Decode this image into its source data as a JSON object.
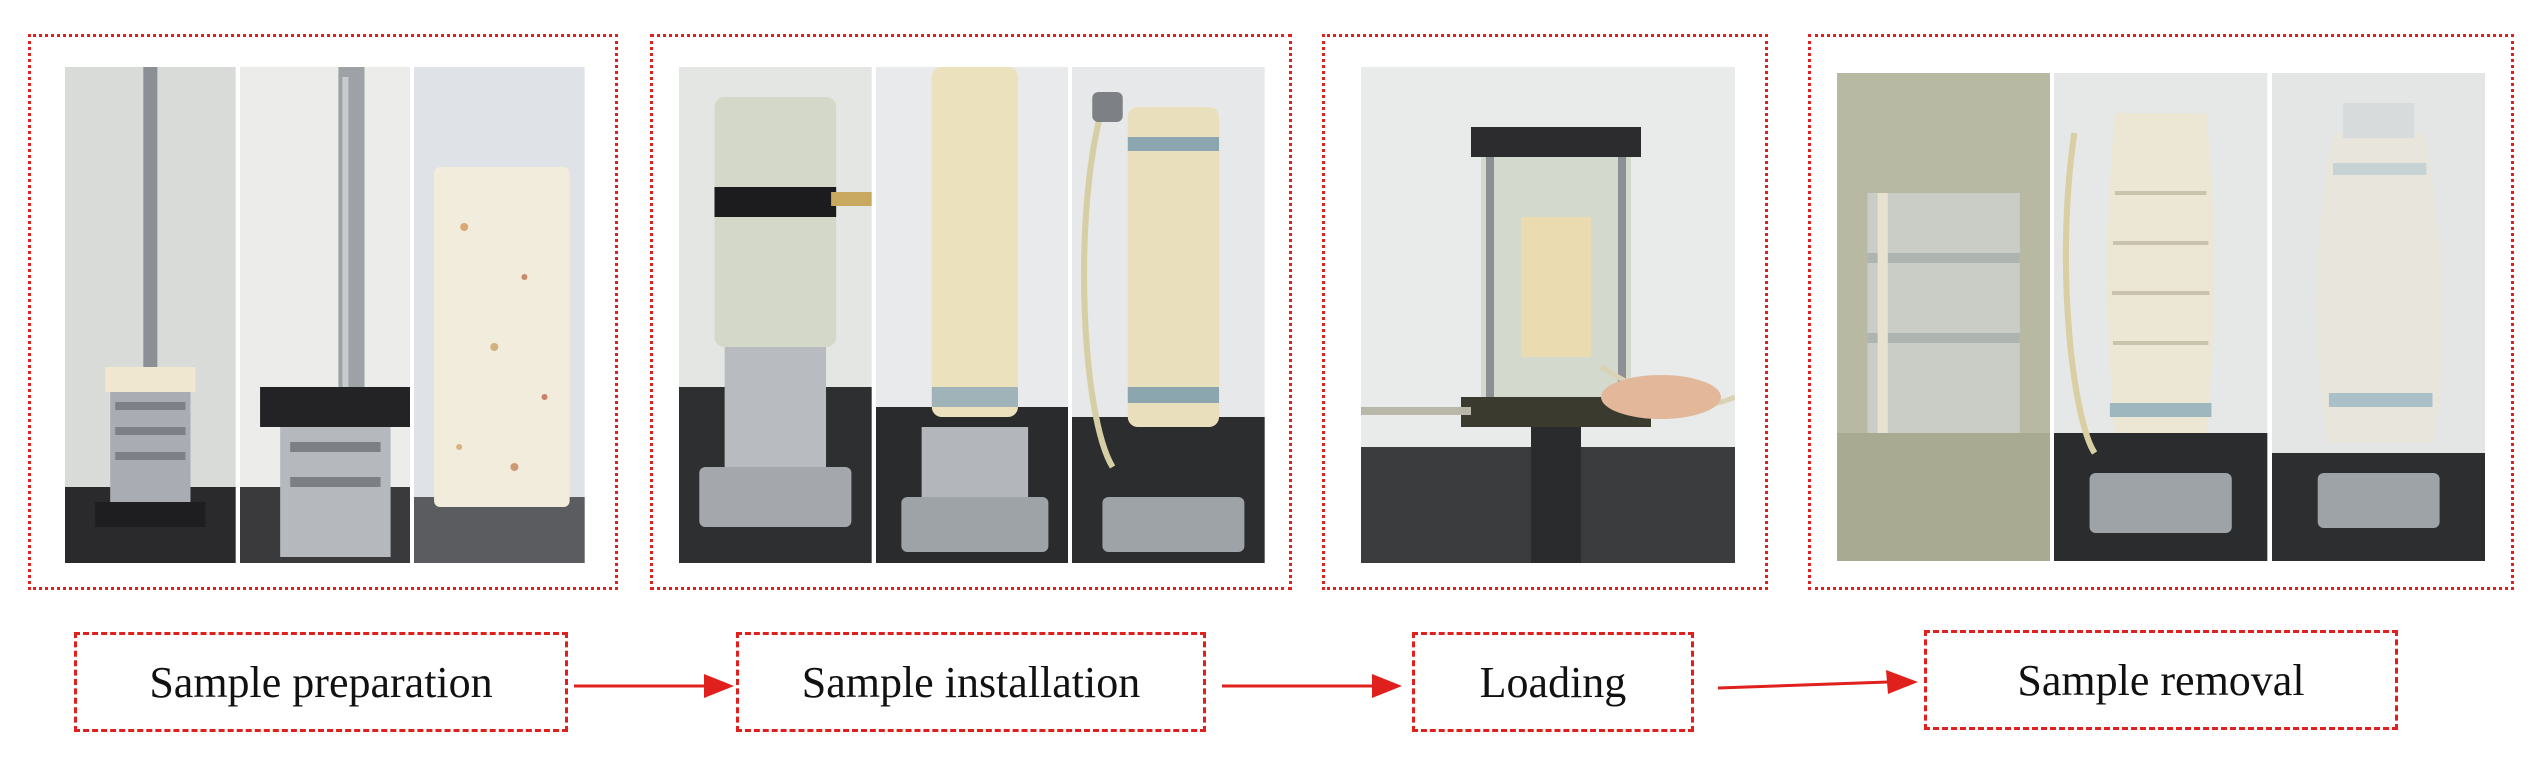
{
  "colors": {
    "accent": "#e0201c"
  },
  "steps": [
    {
      "label": "Sample preparation"
    },
    {
      "label": "Sample installation"
    },
    {
      "label": "Loading"
    },
    {
      "label": "Sample removal"
    }
  ],
  "panels": [
    {
      "photos": [
        "mold-assembly-photo",
        "height-gauge-photo",
        "specimen-cylinder-photo"
      ]
    },
    {
      "photos": [
        "pedestal-cap-photo",
        "membrane-sleeve-photo",
        "drainage-tube-photo"
      ]
    },
    {
      "photos": [
        "triaxial-cell-loading-photo"
      ]
    },
    {
      "photos": [
        "membrane-closeup-photo",
        "deformed-specimen-photo",
        "bulged-specimen-photo"
      ]
    }
  ]
}
